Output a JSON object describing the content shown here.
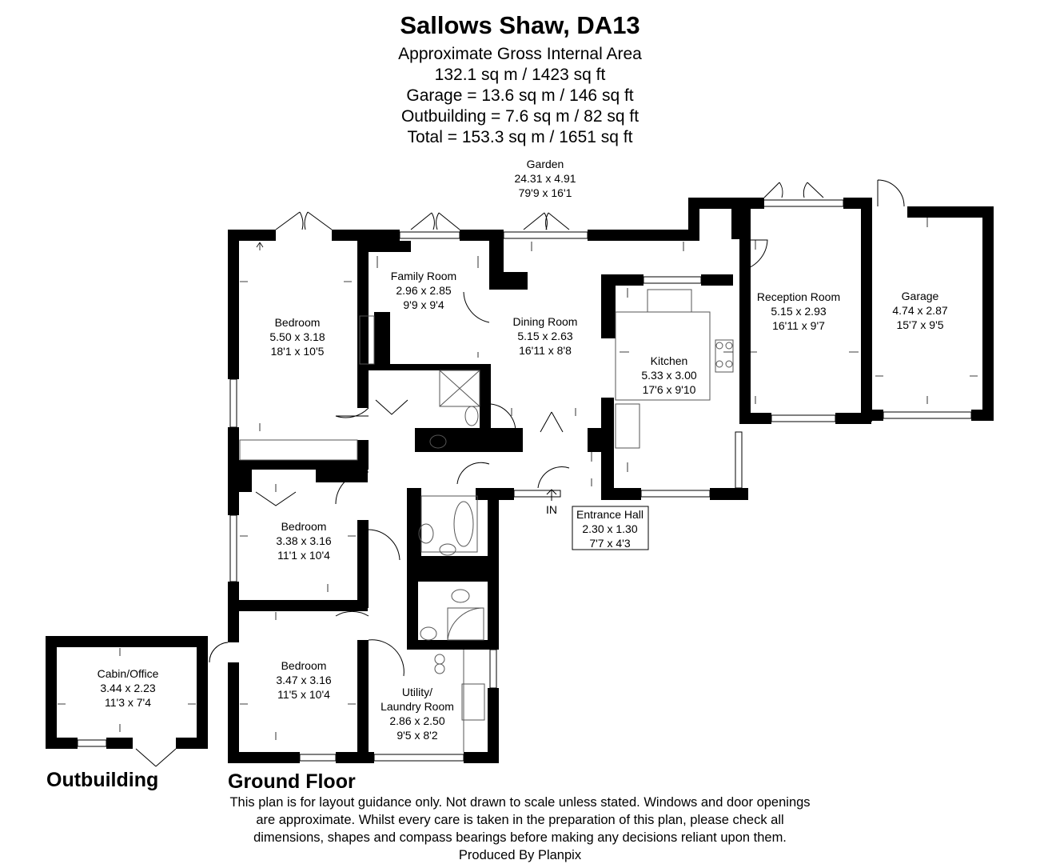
{
  "header": {
    "title": "Sallows Shaw, DA13",
    "area_lines": [
      "Approximate Gross Internal Area",
      "132.1 sq m / 1423 sq ft",
      "Garage = 13.6 sq m / 146 sq ft",
      "Outbuilding = 7.6 sq m / 82 sq ft",
      "Total = 153.3 sq m / 1651 sq ft"
    ]
  },
  "rooms": {
    "garden": {
      "name": "Garden",
      "metric": "24.31 x 4.91",
      "imperial": "79'9 x 16'1"
    },
    "bedroom1": {
      "name": "Bedroom",
      "metric": "5.50 x 3.18",
      "imperial": "18'1 x 10'5"
    },
    "family_room": {
      "name": "Family Room",
      "metric": "2.96 x 2.85",
      "imperial": "9'9 x 9'4"
    },
    "dining_room": {
      "name": "Dining Room",
      "metric": "5.15 x 2.63",
      "imperial": "16'11 x 8'8"
    },
    "kitchen": {
      "name": "Kitchen",
      "metric": "5.33 x 3.00",
      "imperial": "17'6 x 9'10"
    },
    "reception_room": {
      "name": "Reception Room",
      "metric": "5.15 x 2.93",
      "imperial": "16'11 x 9'7"
    },
    "garage": {
      "name": "Garage",
      "metric": "4.74 x 2.87",
      "imperial": "15'7 x 9'5"
    },
    "bedroom2": {
      "name": "Bedroom",
      "metric": "3.38 x 3.16",
      "imperial": "11'1 x 10'4"
    },
    "bedroom3": {
      "name": "Bedroom",
      "metric": "3.47 x 3.16",
      "imperial": "11'5 x 10'4"
    },
    "utility": {
      "name1": "Utility/",
      "name2": "Laundry Room",
      "metric": "2.86 x 2.50",
      "imperial": "9'5 x 8'2"
    },
    "entrance_hall": {
      "name": "Entrance Hall",
      "metric": "2.30 x 1.30",
      "imperial": "7'7 x 4'3"
    },
    "cabin": {
      "name": "Cabin/Office",
      "metric": "3.44 x 2.23",
      "imperial": "11'3 x 7'4"
    }
  },
  "entrance_marker": "IN",
  "floors": {
    "outbuilding": "Outbuilding",
    "ground": "Ground Floor"
  },
  "disclaimer": [
    "This plan is for layout guidance only. Not drawn to scale unless stated. Windows and door openings",
    "are approximate. Whilst every care is taken in the preparation of this plan, please check all",
    "dimensions, shapes and compass bearings before making any decisions reliant upon them.",
    "Produced By Planpix"
  ],
  "colors": {
    "wall": "#000000",
    "background": "#ffffff",
    "fixture": "#8a8a8a"
  }
}
